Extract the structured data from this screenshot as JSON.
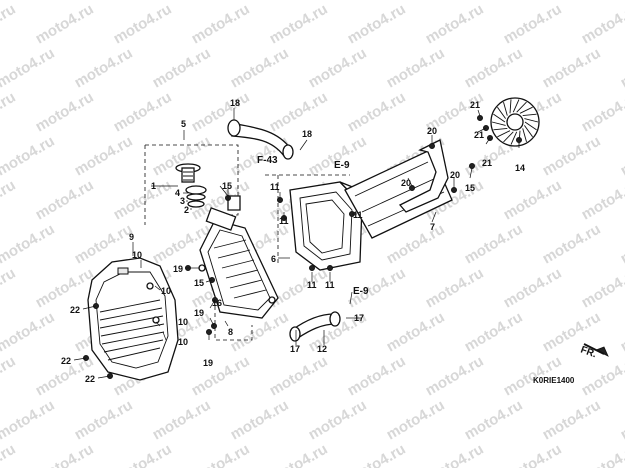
{
  "watermark": "moto4.ru",
  "callouts": {
    "c1": "1",
    "c2": "2",
    "c3": "3",
    "c4": "4",
    "c5": "5",
    "c6": "6",
    "c7": "7",
    "c8": "8",
    "c9": "9",
    "c10a": "10",
    "c10b": "10",
    "c10c": "10",
    "c10d": "10",
    "c11a": "11",
    "c11b": "11",
    "c11c": "11",
    "c11d": "11",
    "c11e": "11",
    "c12": "12",
    "c14": "14",
    "c15a": "15",
    "c15b": "15",
    "c15c": "15",
    "c16": "16",
    "c17a": "17",
    "c17b": "17",
    "c18a": "18",
    "c18b": "18",
    "c19a": "19",
    "c19b": "19",
    "c19c": "19",
    "c20a": "20",
    "c20b": "20",
    "c20c": "20",
    "c21a": "21",
    "c21b": "21",
    "c21c": "21",
    "c22a": "22",
    "c22b": "22",
    "c22c": "22"
  },
  "references": {
    "f43": "F-43",
    "e9_top": "E-9",
    "e9_bottom": "E-9"
  },
  "direction": "FR.",
  "diagram_code": "K0RIE1400"
}
